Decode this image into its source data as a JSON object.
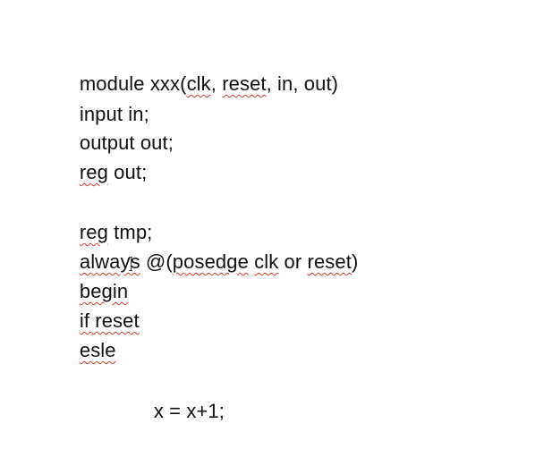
{
  "document": {
    "lines": [
      {
        "parts": [
          {
            "text": "module xxx("
          },
          {
            "text": "clk",
            "spell": true
          },
          {
            "text": ", "
          },
          {
            "text": "reset",
            "spell": true
          },
          {
            "text": ", in, out)"
          }
        ]
      },
      {
        "parts": [
          {
            "text": "input in;"
          }
        ]
      },
      {
        "parts": [
          {
            "text": "output out;"
          }
        ]
      },
      {
        "parts": [
          {
            "text": "reg",
            "spell": true
          },
          {
            "text": " out;"
          }
        ]
      },
      {
        "parts": [
          {
            "text": "reg",
            "spell": true
          },
          {
            "text": " tmp;"
          }
        ]
      },
      {
        "parts": [
          {
            "text": "always",
            "spell": true
          },
          {
            "text": " @("
          },
          {
            "text": "posedge",
            "spell": true
          },
          {
            "text": " "
          },
          {
            "text": "clk",
            "spell": true
          },
          {
            "text": " or "
          },
          {
            "text": "reset",
            "spell": true
          },
          {
            "text": ")"
          }
        ]
      },
      {
        "parts": [
          {
            "text": "begin",
            "spell": true
          }
        ]
      },
      {
        "parts": [
          {
            "text": "if reset",
            "spell": true
          }
        ]
      },
      {
        "parts": [
          {
            "text": "esle",
            "spell": true
          }
        ]
      },
      {
        "parts": [
          {
            "text": "x = x+1;"
          }
        ]
      }
    ]
  },
  "spellcheck_color": "#d83b2f",
  "cursor_icon": "text-cursor-icon"
}
